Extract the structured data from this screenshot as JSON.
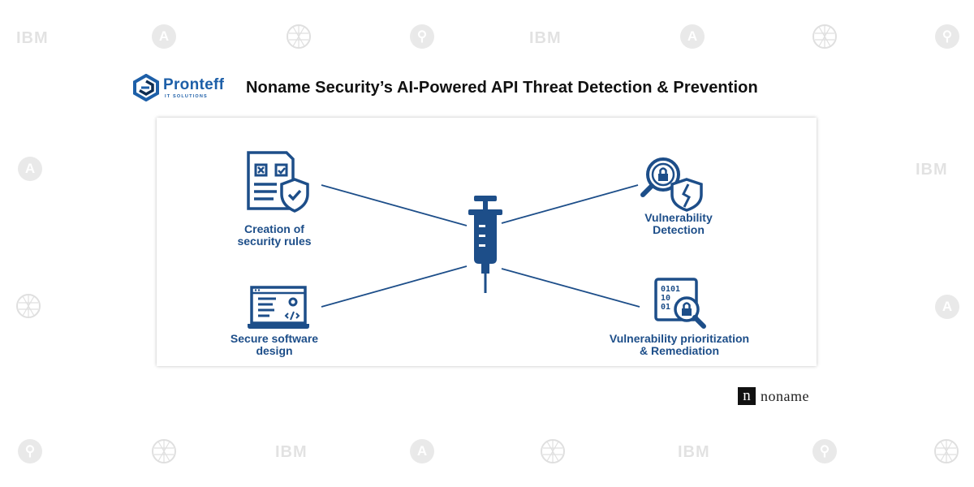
{
  "header": {
    "logo_name": "Pronteff",
    "logo_sub": "IT SOLUTIONS",
    "title": "Noname Security’s AI-Powered API Threat Detection & Prevention"
  },
  "watermarks": {
    "ibm": "IBM",
    "a": "A"
  },
  "diagram": {
    "center_icon": "syringe-icon",
    "nodes": [
      {
        "id": "creation",
        "label": "Creation of\nsecurity rules",
        "icon": "document-shield-icon"
      },
      {
        "id": "secure-design",
        "label": "Secure software\ndesign",
        "icon": "laptop-code-icon"
      },
      {
        "id": "detection",
        "label": "Vulnerability\nDetection",
        "icon": "magnifier-lock-shield-icon"
      },
      {
        "id": "prioritization",
        "label": "Vulnerability prioritization\n& Remediation",
        "icon": "binary-lock-magnifier-icon"
      }
    ],
    "accent_color": "#1d4e89",
    "line_color": "#1d4e89"
  },
  "footer": {
    "brand_mark": "n",
    "brand_name": "noname"
  }
}
